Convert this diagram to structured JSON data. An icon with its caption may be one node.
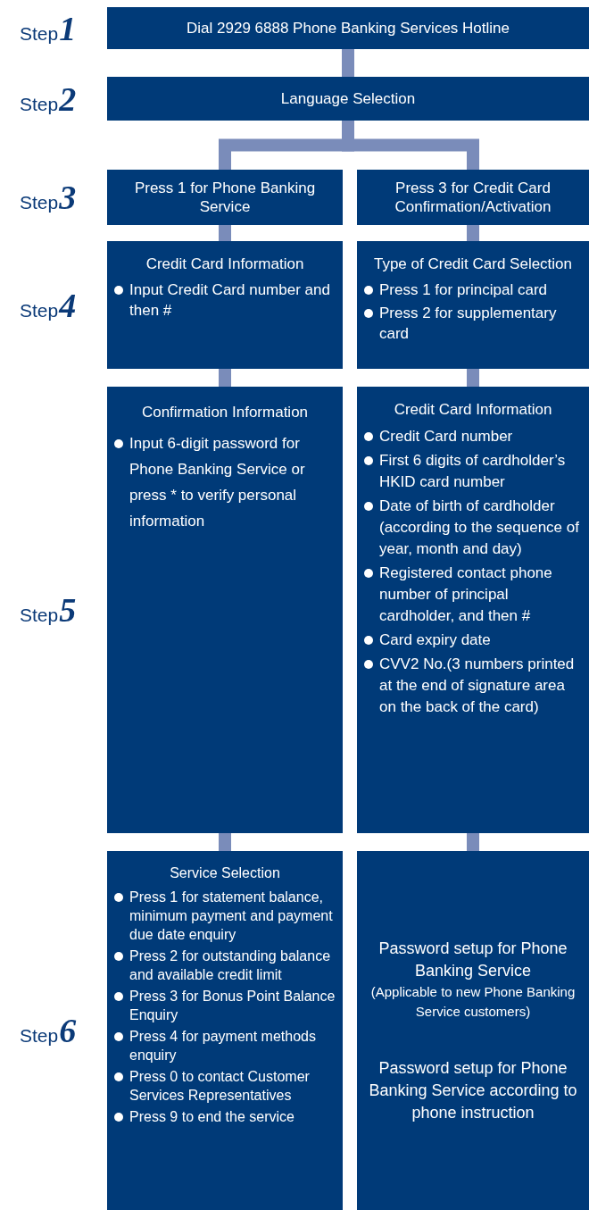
{
  "diagram": {
    "nodes": [
      {
        "text": [
          "Dial 2929 6888 Phone Banking Services Hotline"
        ]
      },
      {
        "text": [
          "Language Selection"
        ]
      },
      {
        "text": [
          "Press 1 for Phone Banking Service"
        ]
      },
      {
        "text": [
          "Press 3 for Credit Card Confirmation/Activation"
        ]
      },
      {
        "text": [
          "Credit Card Information",
          "Input Credit Card number and then #"
        ]
      },
      {
        "text": [
          "Type of Credit Card Selection",
          "Press 1 for principal card",
          "Press 2 for supplementary card"
        ]
      },
      {
        "text": [
          "Confirmation Information",
          "Input 6-digit password for Phone Banking Service or press * to verify personal information"
        ]
      },
      {
        "text": [
          "Credit Card Information",
          "Credit Card number",
          "First 6 digits of cardholder’s HKID card number",
          "Date of birth of cardholder (according to the sequence of year, month and day)",
          "Registered contact phone number of principal cardholder, and then #",
          "Card expiry date",
          "CVV2 No.(3 numbers printed at the end of signature area on the back of the card)"
        ]
      },
      {
        "text": [
          "Service Selection",
          "Press 1 for statement balance, minimum payment and payment due date enquiry",
          "Press 2 for outstanding balance and available credit limit",
          "Press 3 for Bonus Point Balance Enquiry",
          "Press 4 for payment methods enquiry",
          "Press 0 to contact Customer Services Representatives",
          "Press 9 to end the service"
        ]
      },
      {
        "text": [
          "Password setup for Phone Banking Service",
          "(Applicable to new Phone Banking Service customers)",
          "Password setup for Phone Banking Service according to phone instruction"
        ]
      }
    ],
    "edges": [
      {
        "from": 0,
        "to": 1,
        "arrow": "none"
      },
      {
        "from": 1,
        "to": 2,
        "arrow": "none"
      },
      {
        "from": 1,
        "to": 3,
        "arrow": "none"
      },
      {
        "from": 2,
        "to": 4,
        "arrow": "none"
      },
      {
        "from": 3,
        "to": 5,
        "arrow": "none"
      },
      {
        "from": 4,
        "to": 6,
        "arrow": "none"
      },
      {
        "from": 5,
        "to": 7,
        "arrow": "none"
      },
      {
        "from": 6,
        "to": 8,
        "arrow": "none"
      },
      {
        "from": 7,
        "to": 9,
        "arrow": "none"
      }
    ],
    "labels": [
      "Step",
      "1",
      "Step",
      "2",
      "Step",
      "3",
      "Step",
      "4",
      "Step",
      "5",
      "Step",
      "6"
    ]
  }
}
